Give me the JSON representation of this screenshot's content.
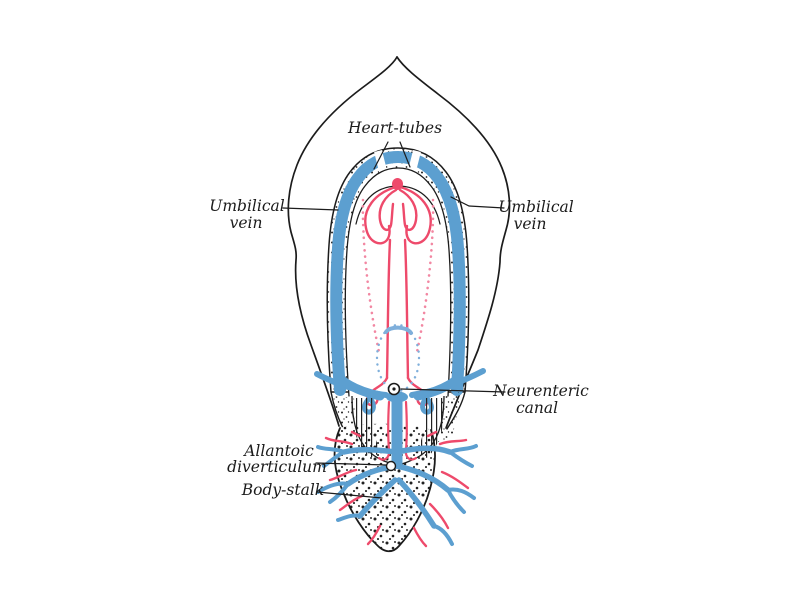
{
  "figure": {
    "background": "#ffffff",
    "colors": {
      "vein_blue": "#5c9fd0",
      "vein_blue_dotted": "#7fafdb",
      "artery_red": "#ee4a6b",
      "artery_pink_dotted": "#f287a2",
      "outline_black": "#1c1c1c",
      "stipple_black": "#222222"
    },
    "labels": {
      "heart_tubes": {
        "text": "Heart-tubes"
      },
      "umbilical_vein_left": {
        "line1": "Umbilical",
        "line2": "vein"
      },
      "umbilical_vein_right": {
        "line1": "Umbilical",
        "line2": "vein"
      },
      "neurenteric_canal": {
        "line1": "Neurenteric",
        "line2": "canal"
      },
      "allantoic_diverticulum": {
        "line1": "Allantoic",
        "line2": "diverticulum"
      },
      "body_stalk": {
        "text": "Body-stalk"
      }
    }
  }
}
